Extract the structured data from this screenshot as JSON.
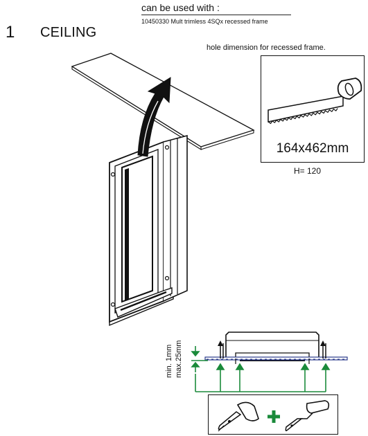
{
  "step": {
    "number": "1",
    "title": "CEILING"
  },
  "compatibility": {
    "label": "can be used with :",
    "item": "10450330 Mult trimless 4SQx recessed frame"
  },
  "hole": {
    "caption": "hole dimension for recessed frame.",
    "dimension": "164x462mm",
    "height": "H= 120"
  },
  "plaster": {
    "min_label": "min. 1mm",
    "max_label": "max.25mm"
  },
  "colors": {
    "arrow_green": "#1a8a3a",
    "outline": "#111111",
    "marker_blue": "#2a3a8a"
  },
  "icons": [
    "saw-icon",
    "spatula-icon",
    "plus-icon",
    "paint-roller-icon",
    "curved-arrow-icon"
  ]
}
